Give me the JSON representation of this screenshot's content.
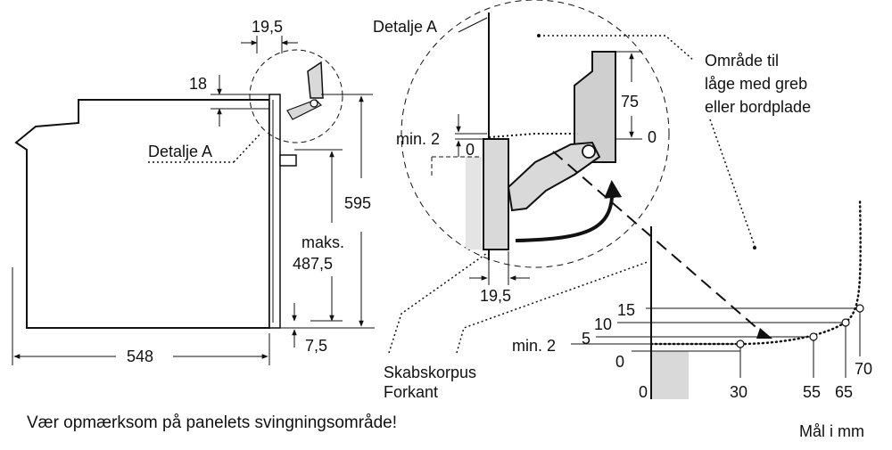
{
  "left_view": {
    "dim_top_width": "19,5",
    "dim_18": "18",
    "detail_label": "Detalje A",
    "dim_595": "595",
    "dim_maks": "maks.",
    "dim_487": "487,5",
    "dim_7_5": "7,5",
    "dim_548": "548"
  },
  "detail_view": {
    "title": "Detalje A",
    "min2": "min. 2",
    "zero_left": "0",
    "dim_75": "75",
    "zero_right": "0",
    "dim_19_5": "19,5"
  },
  "area_label": {
    "line1": "Område til",
    "line2": "låge med greb",
    "line3": "eller bordplade"
  },
  "cabinet_label": {
    "line1": "Skabskorpus",
    "line2": "Forkant"
  },
  "swing_chart": {
    "y_labels": [
      "15",
      "10",
      "5",
      "min. 2",
      "0"
    ],
    "x_labels": [
      "0",
      "30",
      "55",
      "65",
      "70"
    ]
  },
  "footer": {
    "warning": "Vær opmærksom på panelets svingningsområde!",
    "units": "Mål i mm"
  }
}
